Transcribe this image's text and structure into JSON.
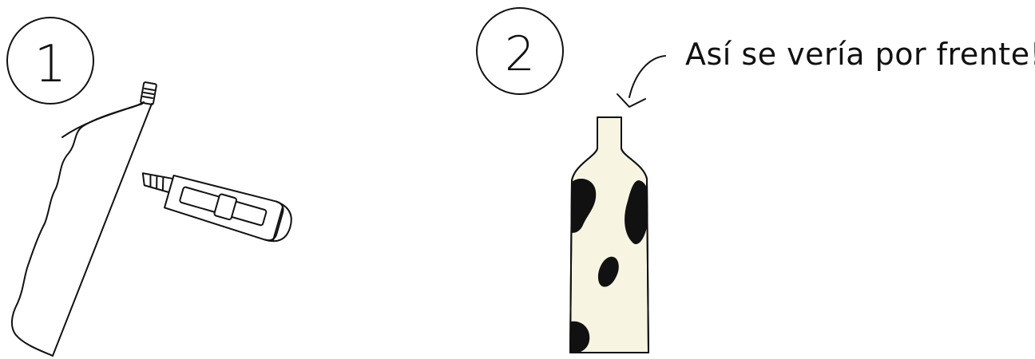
{
  "step1": {
    "number": "1"
  },
  "step2": {
    "number": "2",
    "caption": "Así se vería por frente!!!"
  },
  "colors": {
    "line": "#111111",
    "bottle_fill": "#f7f4e2",
    "spots": "#111111",
    "background": "#ffffff"
  },
  "icons": {
    "step1_bottle": "cut-bottle-side-icon",
    "step1_tool": "box-cutter-icon",
    "step2_bottle": "cow-print-bottle-icon",
    "step2_arrow": "curved-arrow-icon"
  }
}
